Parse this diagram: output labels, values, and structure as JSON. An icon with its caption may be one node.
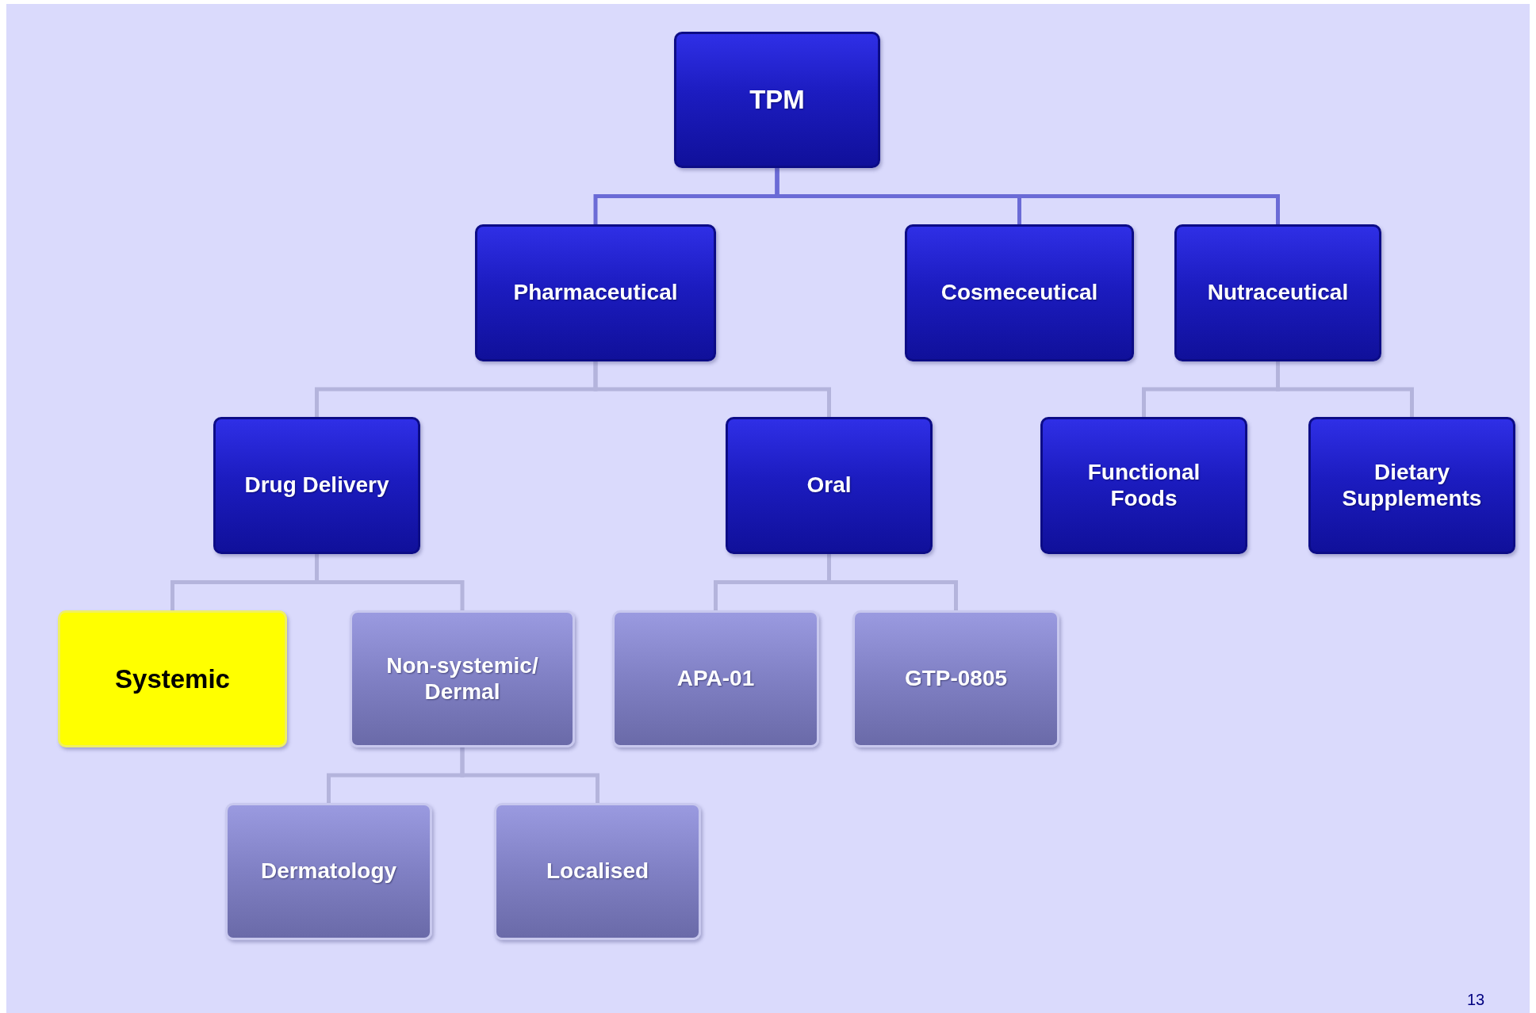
{
  "diagram": {
    "nodes": [
      {
        "text": [
          "TPM"
        ]
      },
      {
        "text": [
          "Pharmaceutical"
        ]
      },
      {
        "text": [
          "Cosmeceutical"
        ]
      },
      {
        "text": [
          "Nutraceutical"
        ]
      },
      {
        "text": [
          "Drug Delivery"
        ]
      },
      {
        "text": [
          "Oral"
        ]
      },
      {
        "text": [
          "Functional Foods"
        ]
      },
      {
        "text": [
          "Dietary Supplements"
        ]
      },
      {
        "text": [
          "Systemic"
        ]
      },
      {
        "text": [
          "Non-systemic/ Dermal"
        ]
      },
      {
        "text": [
          "APA-01"
        ]
      },
      {
        "text": [
          "GTP-0805"
        ]
      },
      {
        "text": [
          "Dermatology"
        ]
      },
      {
        "text": [
          "Localised"
        ]
      }
    ],
    "edges": [
      {
        "from": 0,
        "to": 1,
        "arrow": "none",
        "color": "#6b6bd6"
      },
      {
        "from": 0,
        "to": 2,
        "arrow": "none",
        "color": "#6b6bd6"
      },
      {
        "from": 0,
        "to": 3,
        "arrow": "none",
        "color": "#6b6bd6"
      },
      {
        "from": 1,
        "to": 4,
        "arrow": "none"
      },
      {
        "from": 1,
        "to": 5,
        "arrow": "none"
      },
      {
        "from": 3,
        "to": 6,
        "arrow": "none"
      },
      {
        "from": 3,
        "to": 7,
        "arrow": "none"
      },
      {
        "from": 4,
        "to": 8,
        "arrow": "none"
      },
      {
        "from": 4,
        "to": 9,
        "arrow": "none"
      },
      {
        "from": 5,
        "to": 10,
        "arrow": "none"
      },
      {
        "from": 5,
        "to": 11,
        "arrow": "none"
      },
      {
        "from": 9,
        "to": 12,
        "arrow": "none"
      },
      {
        "from": 9,
        "to": 13,
        "arrow": "none"
      }
    ],
    "labels": [
      "13"
    ]
  }
}
